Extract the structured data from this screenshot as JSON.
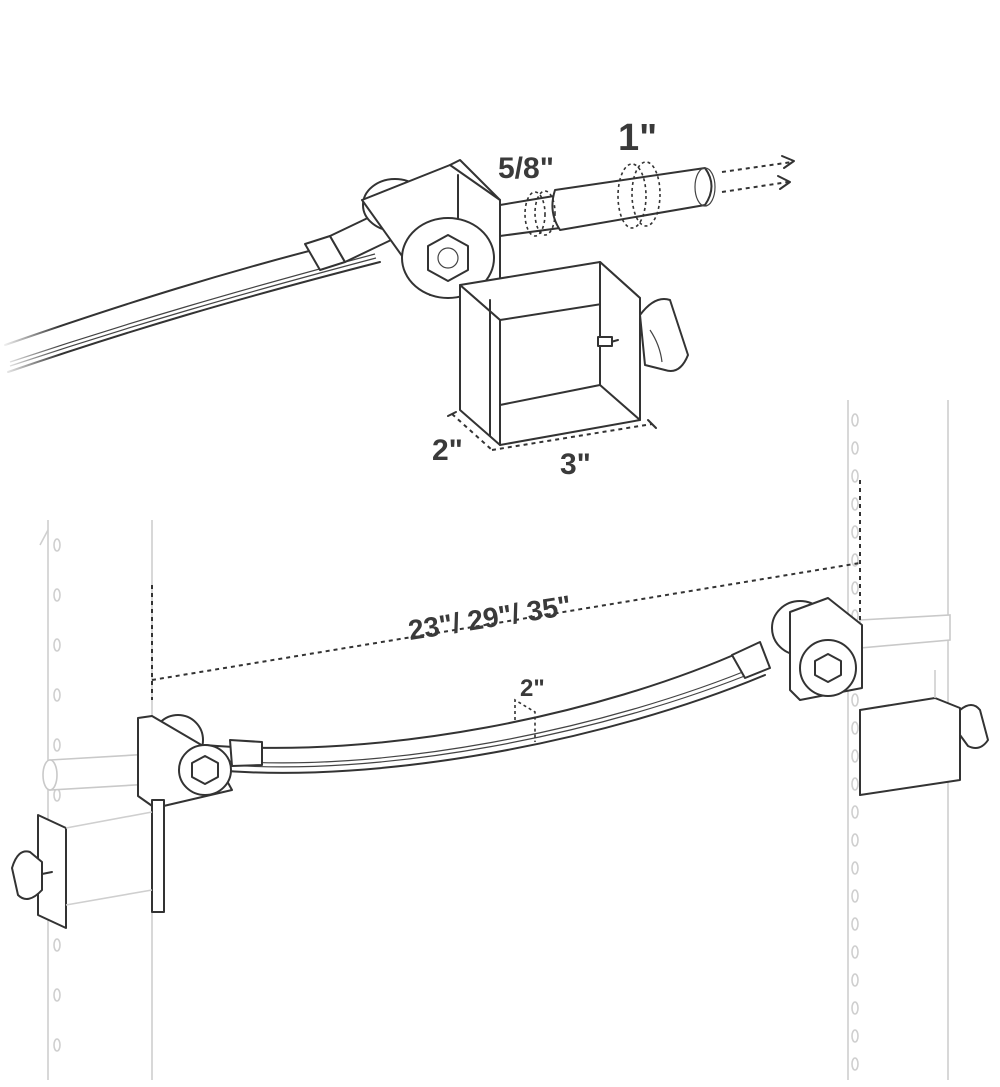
{
  "dimensions": {
    "pin_diameter_small": "5/8\"",
    "pin_diameter_large": "1\"",
    "bracket_depth": "2\"",
    "bracket_width": "3\"",
    "bar_lengths": "23\"/ 29\"/ 35\"",
    "bar_offset": "2\""
  },
  "colors": {
    "line": "#333333",
    "faint_line": "#c9c9c9",
    "label": "#3a3a3a",
    "background": "#ffffff"
  }
}
